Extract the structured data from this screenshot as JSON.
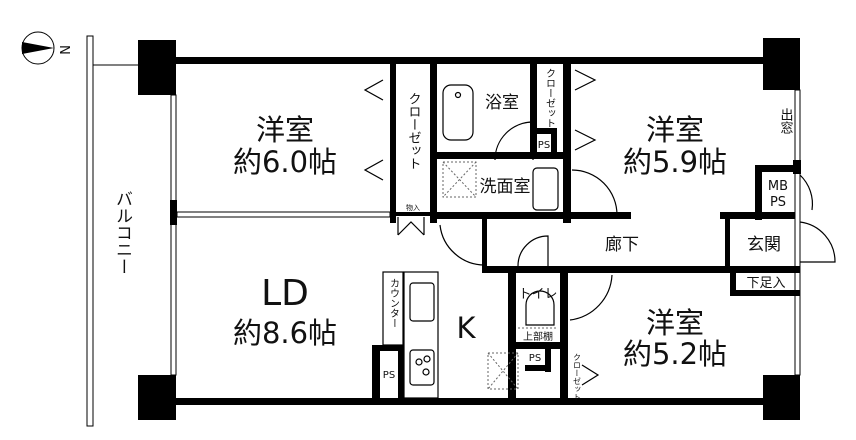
{
  "compass": {
    "north_label": "N",
    "icon": "north-arrow-icon"
  },
  "balcony": {
    "label": "バルコニー"
  },
  "rooms": {
    "western_room_1": {
      "name": "洋室",
      "size": "約6.0帖"
    },
    "western_room_2": {
      "name": "洋室",
      "size": "約5.9帖"
    },
    "western_room_3": {
      "name": "洋室",
      "size": "約5.2帖"
    },
    "living_dining": {
      "name": "LD",
      "size": "約8.6帖"
    },
    "kitchen": {
      "name": "K"
    },
    "bathroom": {
      "name": "浴室"
    },
    "washroom": {
      "name": "洗面室"
    },
    "toilet": {
      "name": "トイレ",
      "shelf": "上部棚"
    },
    "corridor": {
      "name": "廊下"
    },
    "entrance": {
      "name": "玄関"
    },
    "shoe_storage": {
      "name": "下足入"
    },
    "bay_window": {
      "name": "出窓"
    },
    "mb_ps": {
      "line1": "MB",
      "line2": "PS"
    }
  },
  "closets": {
    "closet_1": "クローゼット",
    "closet_2": "クローゼット",
    "closet_3": "クローゼット",
    "storage": "物入"
  },
  "counter": "カウンター",
  "ps_labels": {
    "bath_ps": "PS",
    "toilet_ps": "PS",
    "kitchen_ps": "PS"
  }
}
